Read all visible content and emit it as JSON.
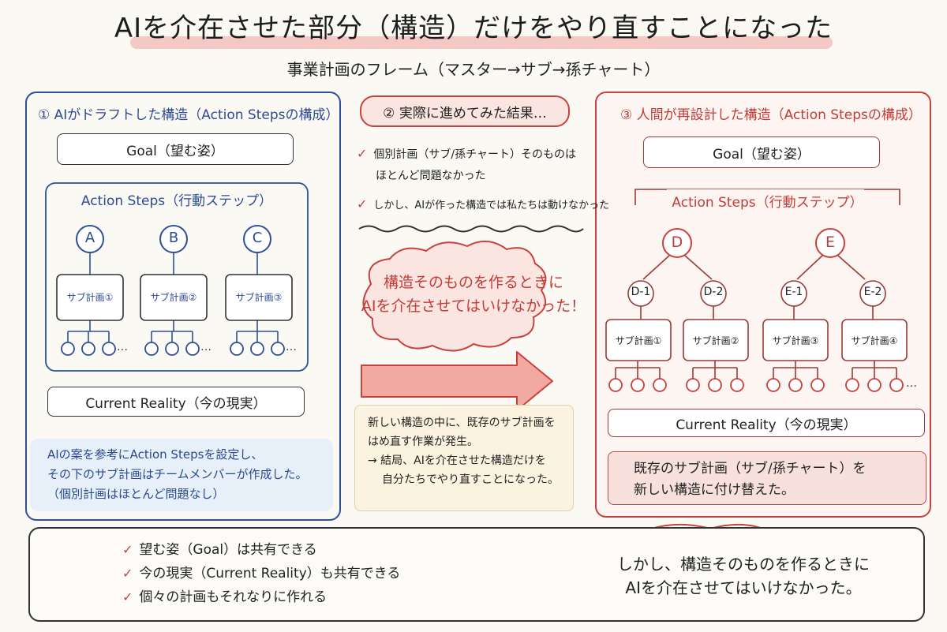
{
  "title": "AIを介在させた部分（構造）だけをやり直すことになった",
  "subtitle": "事業計画のフレーム（マスター→サブ→孫チャート）",
  "left": {
    "header": "① AIがドラフトした構造（Action Stepsの構成）",
    "goal": "Goal（望む姿）",
    "action_steps": "Action Steps（行動ステップ）",
    "nodes": [
      "A",
      "B",
      "C"
    ],
    "sub_plans": [
      "サブ計画①",
      "サブ計画②",
      "サブ計画③"
    ],
    "ellipsis": "…",
    "current_reality": "Current Reality（今の現実）",
    "note": [
      "AIの案を参考にAction Stepsを設定し、",
      "その下のサブ計画はチームメンバーが作成した。",
      "（個別計画はほとんど問題なし）"
    ]
  },
  "middle": {
    "header": "② 実際に進めてみた結果…",
    "check_mark": "✓",
    "check1": [
      "個別計画（サブ/孫チャート）そのものは",
      "ほとんど問題なかった"
    ],
    "check2": "しかし、AIが作った構造では私たちは動けなかった",
    "cloud": [
      "構造そのものを作るときに",
      "AIを介在させてはいけなかった！"
    ],
    "note": [
      "新しい構造の中に、既存のサブ計画を",
      "はめ直す作業が発生。",
      "→ 結局、AIを介在させた構造だけを",
      "自分たちでやり直すことになった。"
    ]
  },
  "right": {
    "header": "③ 人間が再設計した構造（Action Stepsの構成）",
    "goal": "Goal（望む姿）",
    "action_steps": "Action Steps（行動ステップ）",
    "nodes": [
      "D",
      "E"
    ],
    "sub_nodes": [
      "D-1",
      "D-2",
      "E-1",
      "E-2"
    ],
    "sub_plans": [
      "サブ計画①",
      "サブ計画②",
      "サブ計画③",
      "サブ計画④"
    ],
    "ellipsis": "…",
    "current_reality": "Current Reality（今の現実）",
    "note": [
      "既存のサブ計画（サブ/孫チャート）を",
      "新しい構造に付け替えた。"
    ]
  },
  "bottom": {
    "check_mark": "✓",
    "items": [
      "望む姿（Goal）は共有できる",
      "今の現実（Current Reality）も共有できる",
      "個々の計画もそれなりに作れる"
    ],
    "conclusion": [
      "しかし、構造そのものを作るときに",
      "AIを介在させてはいけなかった。"
    ]
  },
  "colors": {
    "blue": "#2f4f96",
    "red": "#c9413e",
    "pink_fill": "#f6c3bd"
  },
  "icons": {
    "bulb": "lightbulb-icon",
    "arrow": "right-arrow-icon"
  }
}
